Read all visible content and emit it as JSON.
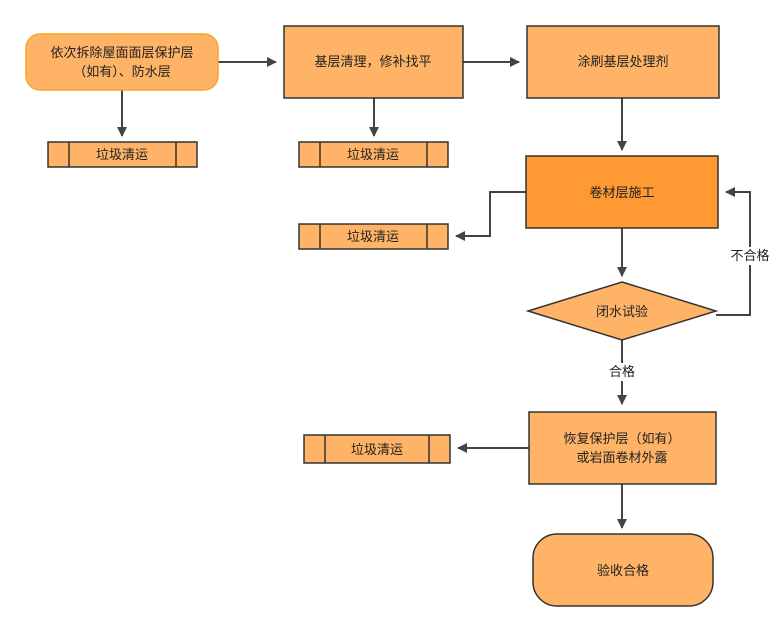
{
  "colors": {
    "node_fill": "#ffb366",
    "node_fill_highlight": "#ff9933",
    "node_stroke": "#333333",
    "rounded_stroke": "#f5a623",
    "arrow": "#444444",
    "label_bg": "#ffffff"
  },
  "nodes": {
    "remove_protection": {
      "line1": "依次拆除屋面面层保护层",
      "line2": "（如有）、防水层"
    },
    "base_cleaning": {
      "label": "基层清理，修补找平"
    },
    "apply_primer": {
      "label": "涂刷基层处理剂"
    },
    "membrane_construction": {
      "label": "卷材层施工"
    },
    "water_test": {
      "label": "闭水试验"
    },
    "restore_protection": {
      "line1": "恢复保护层（如有）",
      "line2": "或岩面卷材外露"
    },
    "acceptance": {
      "label": "验收合格"
    },
    "debris_1": {
      "label": "垃圾清运"
    },
    "debris_2": {
      "label": "垃圾清运"
    },
    "debris_3": {
      "label": "垃圾清运"
    },
    "debris_4": {
      "label": "垃圾清运"
    }
  },
  "edges": {
    "fail_label": "不合格",
    "pass_label": "合格"
  }
}
